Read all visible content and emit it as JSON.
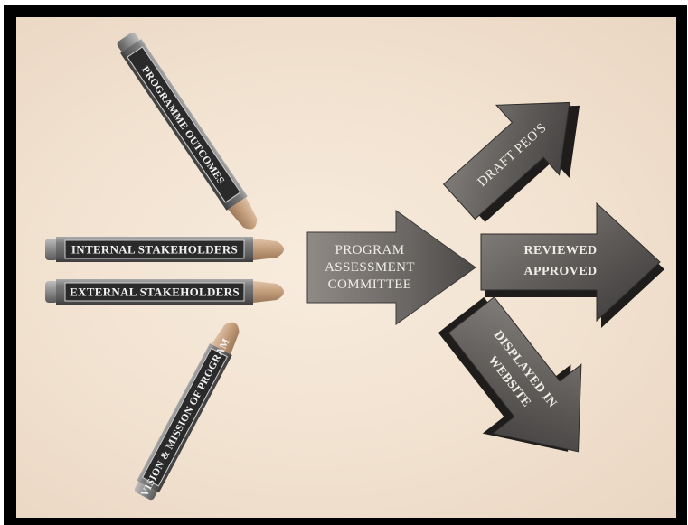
{
  "crayons": {
    "programme_outcomes": "PROGRAMME OUTCOMES",
    "internal_stakeholders": "INTERNAL STAKEHOLDERS",
    "external_stakeholders": "EXTERNAL STAKEHOLDERS",
    "vision_mission": "VISION & MISSION OF PROGRAM"
  },
  "center_arrow": {
    "line1": "PROGRAM",
    "line2": "ASSESSMENT",
    "line3": "COMMITTEE"
  },
  "outputs": {
    "draft": "DRAFT PEO'S",
    "reviewed_line1": "REVIEWED",
    "reviewed_line2": "APPROVED",
    "displayed_line1": "DISPLAYED IN",
    "displayed_line2": "WEBSITE"
  },
  "colors": {
    "background": "#f1e1cf",
    "crayon_body": "#6b6b6b",
    "crayon_tip": "#c8a586",
    "label_box": "#2a2a2a",
    "arrow": "#5c5c5c"
  }
}
